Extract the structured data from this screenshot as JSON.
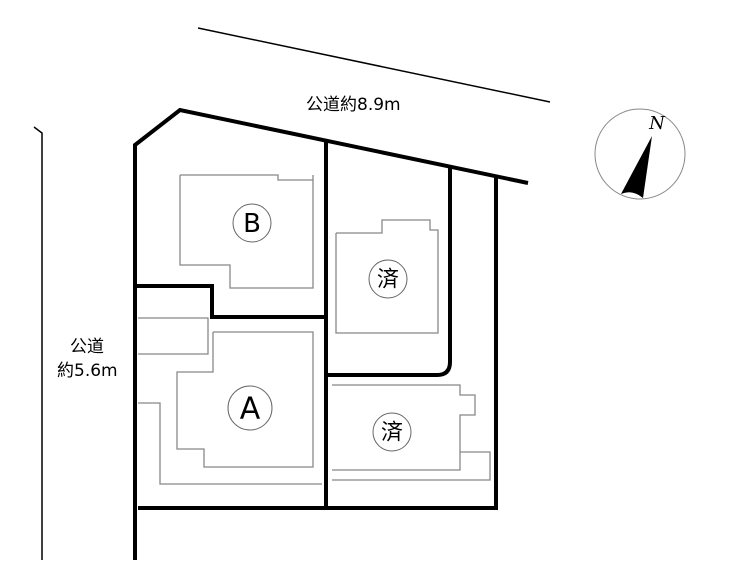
{
  "roads": {
    "top_label": "公道約8.9m",
    "left_label_line1": "公道",
    "left_label_line2": "約5.6m"
  },
  "lots": [
    {
      "label": "B",
      "status": "available"
    },
    {
      "label": "済",
      "status": "sold"
    },
    {
      "label": "A",
      "status": "available"
    },
    {
      "label": "済",
      "status": "sold"
    }
  ],
  "compass": {
    "label": "N"
  }
}
